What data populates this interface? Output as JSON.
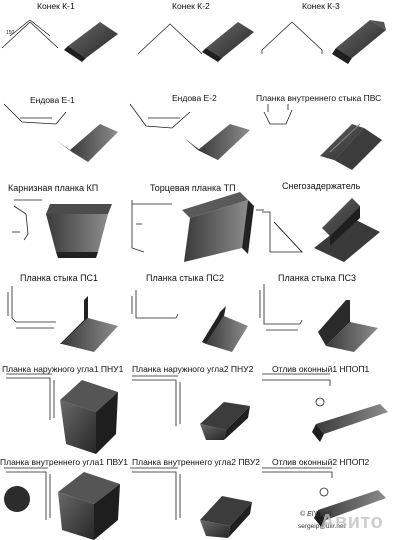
{
  "sheet": {
    "labels": [
      {
        "id": "k1",
        "text": "Конек К-1"
      },
      {
        "id": "k2",
        "text": "Конек К-2"
      },
      {
        "id": "k3",
        "text": "Конек К-3"
      },
      {
        "id": "e1",
        "text": "Ендова Е-1"
      },
      {
        "id": "e2",
        "text": "Ендова Е-2"
      },
      {
        "id": "pvs",
        "text": "Планка внутреннего стыка ПВС"
      },
      {
        "id": "kp",
        "text": "Карнизная планка КП"
      },
      {
        "id": "tp",
        "text": "Торцевая планка ТП"
      },
      {
        "id": "sz",
        "text": "Снегозадержатель"
      },
      {
        "id": "ps1",
        "text": "Планка стыка ПС1"
      },
      {
        "id": "ps2",
        "text": "Планка стыка ПС2"
      },
      {
        "id": "ps3",
        "text": "Планка стыка ПС3"
      },
      {
        "id": "pnu1",
        "text": "Планка наружного угла1 ПНУ1"
      },
      {
        "id": "pnu2",
        "text": "Планка наружного угла2 ПНУ2"
      },
      {
        "id": "nop1",
        "text": "Отлив оконный1 НПОП1"
      },
      {
        "id": "pvu1",
        "text": "Планка внутреннего угла1 ПВУ1"
      },
      {
        "id": "pvu2",
        "text": "Планка внутреннего угла2 ПВУ2"
      },
      {
        "id": "nop2",
        "text": "Отлив оконный2 НПОП2"
      }
    ],
    "signature": "© Еl’Снаб",
    "email": "sergeip@ukr.net",
    "watermark": "Авито"
  },
  "colors": {
    "metal_dark": "#2e2e2e",
    "metal_mid": "#555555",
    "metal_light": "#8a8a8a",
    "line": "#222222"
  }
}
